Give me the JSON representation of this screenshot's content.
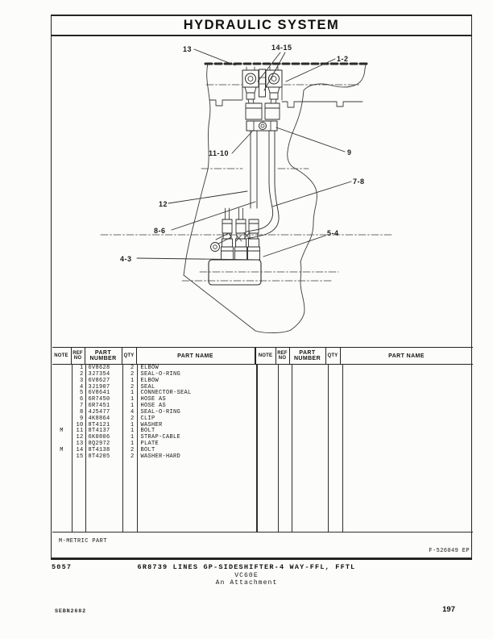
{
  "page": {
    "title": "HYDRAULIC SYSTEM",
    "metric_note": "M-METRIC PART",
    "figure_ref": "F-526049 EP",
    "footer": {
      "page_code": "5057",
      "part_title": "6R8739 LINES GP-SIDESHIFTER-4 WAY-FFL, FFTL",
      "model": "VC60E",
      "attachment": "An Attachment",
      "doc_number": "SEBN2682",
      "page_number": "197"
    },
    "colors": {
      "paper": "#fcfcfa",
      "ink": "#1c1c1c",
      "line": "#2e2e2e"
    }
  },
  "diagram": {
    "description": "line drawing of hydraulic lines group mounted on sideshifter",
    "callouts": [
      {
        "label": "13"
      },
      {
        "label": "14-15"
      },
      {
        "label": "1-2"
      },
      {
        "label": "11-10"
      },
      {
        "label": "9"
      },
      {
        "label": "12"
      },
      {
        "label": "7-8"
      },
      {
        "label": "8-6"
      },
      {
        "label": "5-4"
      },
      {
        "label": "4-3"
      }
    ]
  },
  "table": {
    "headers": {
      "note": "NOTE",
      "ref_line1": "REF",
      "ref_line2": "NO",
      "part_number_line1": "PART",
      "part_number_line2": "NUMBER",
      "qty": "QTY",
      "part_name": "PART NAME"
    },
    "rows": [
      {
        "note": "",
        "ref": "1",
        "part_number": "6V8628",
        "qty": "2",
        "part_name": "ELBOW"
      },
      {
        "note": "",
        "ref": "2",
        "part_number": "3J7354",
        "qty": "2",
        "part_name": "SEAL-O-RING"
      },
      {
        "note": "",
        "ref": "3",
        "part_number": "6V8627",
        "qty": "1",
        "part_name": "ELBOW"
      },
      {
        "note": "",
        "ref": "4",
        "part_number": "3J1907",
        "qty": "2",
        "part_name": "SEAL"
      },
      {
        "note": "",
        "ref": "5",
        "part_number": "6V8641",
        "qty": "1",
        "part_name": "CONNECTOR-SEAL"
      },
      {
        "note": "",
        "ref": "6",
        "part_number": "6R7450",
        "qty": "1",
        "part_name": "HOSE AS"
      },
      {
        "note": "",
        "ref": "7",
        "part_number": "6R7451",
        "qty": "1",
        "part_name": "HOSE AS"
      },
      {
        "note": "",
        "ref": "8",
        "part_number": "4J5477",
        "qty": "4",
        "part_name": "SEAL-O-RING"
      },
      {
        "note": "",
        "ref": "9",
        "part_number": "4K8864",
        "qty": "2",
        "part_name": "CLIP"
      },
      {
        "note": "",
        "ref": "10",
        "part_number": "8T4121",
        "qty": "1",
        "part_name": "WASHER"
      },
      {
        "note": "M",
        "ref": "11",
        "part_number": "8T4137",
        "qty": "1",
        "part_name": "BOLT"
      },
      {
        "note": "",
        "ref": "12",
        "part_number": "6K0806",
        "qty": "1",
        "part_name": "STRAP-CABLE"
      },
      {
        "note": "",
        "ref": "13",
        "part_number": "8Q2972",
        "qty": "1",
        "part_name": "PLATE"
      },
      {
        "note": "M",
        "ref": "14",
        "part_number": "8T4138",
        "qty": "2",
        "part_name": "BOLT"
      },
      {
        "note": "",
        "ref": "15",
        "part_number": "8T4205",
        "qty": "2",
        "part_name": "WASHER-HARD"
      }
    ]
  }
}
